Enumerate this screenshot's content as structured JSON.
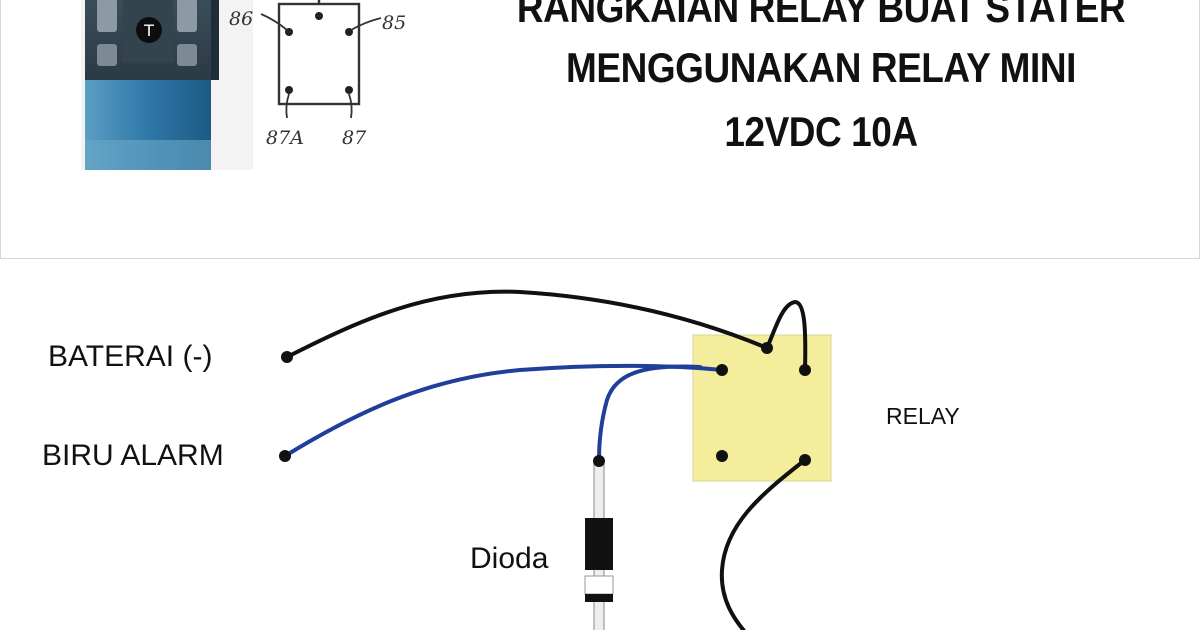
{
  "header": {
    "title_lines": [
      "RANGKAIAN RELAY BUAT STATER",
      "MENGGUNAKAN  RELAY MINI",
      "12VDC 10A"
    ]
  },
  "pin_sketch": {
    "pins": [
      "86",
      "85",
      "87A",
      "87"
    ],
    "top_mark": "T"
  },
  "diagram": {
    "labels": {
      "baterai": "BATERAI (-)",
      "biru_alarm": "BIRU ALARM",
      "relay": "RELAY",
      "dioda": "Dioda"
    },
    "colors": {
      "black_wire": "#111111",
      "blue_wire": "#1f3f9a",
      "relay_fill": "#f4ee9c",
      "relay_stroke": "#c9c47a"
    }
  }
}
